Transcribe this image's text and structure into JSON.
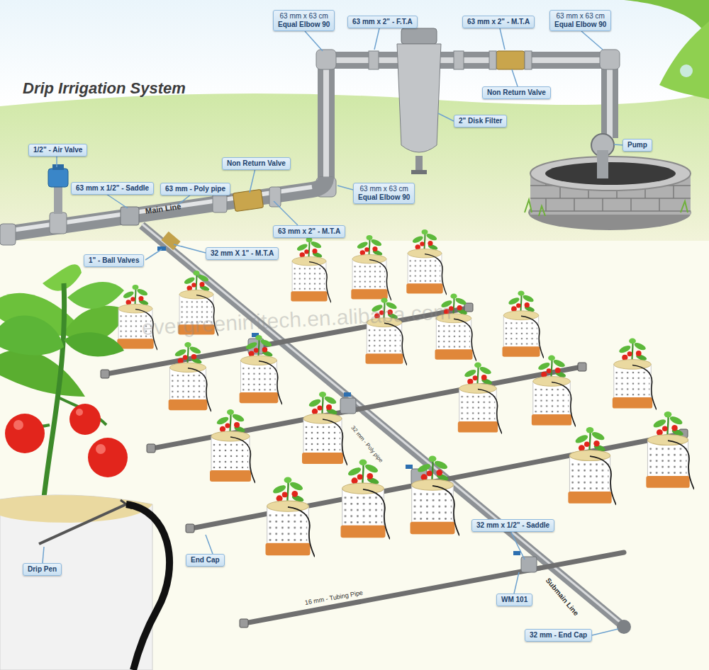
{
  "diagram": {
    "title": "Drip Irrigation System",
    "nodes": [
      {
        "text": [
          "63 mm x 63 cm",
          "Equal Elbow 90"
        ]
      },
      {
        "text": [
          "63 mm x 2\" - F.T.A"
        ]
      },
      {
        "text": [
          "63 mm x 2\" - M.T.A"
        ]
      },
      {
        "text": [
          "63 mm x 63 cm",
          "Equal Elbow 90"
        ]
      },
      {
        "text": [
          "Non Return Valve"
        ]
      },
      {
        "text": [
          "2\" Disk Filter"
        ]
      },
      {
        "text": [
          "Pump"
        ]
      },
      {
        "text": [
          "1/2\" - Air Valve"
        ]
      },
      {
        "text": [
          "Non Return Valve"
        ]
      },
      {
        "text": [
          "63 mm x 1/2\" - Saddle"
        ]
      },
      {
        "text": [
          "63 mm - Poly pipe"
        ]
      },
      {
        "text": [
          "63 mm x 63 cm",
          "Equal Elbow 90"
        ]
      },
      {
        "text": [
          "63 mm x 2\" - M.T.A"
        ]
      },
      {
        "text": [
          "32 mm X 1\" - M.T.A"
        ]
      },
      {
        "text": [
          "1\" - Ball Valves"
        ]
      },
      {
        "text": [
          "32 mm x 1/2\" - Saddle"
        ]
      },
      {
        "text": [
          "End Cap"
        ]
      },
      {
        "text": [
          "Drip Pen"
        ]
      },
      {
        "text": [
          "WM 101"
        ]
      },
      {
        "text": [
          "32 mm - End Cap"
        ]
      }
    ],
    "labels": [
      "Main Line",
      "32 mm - Poly pipe",
      "Submain Line",
      "16 mm - Tubing Pipe",
      "evergreenirritech.en.alibaba.com"
    ]
  }
}
